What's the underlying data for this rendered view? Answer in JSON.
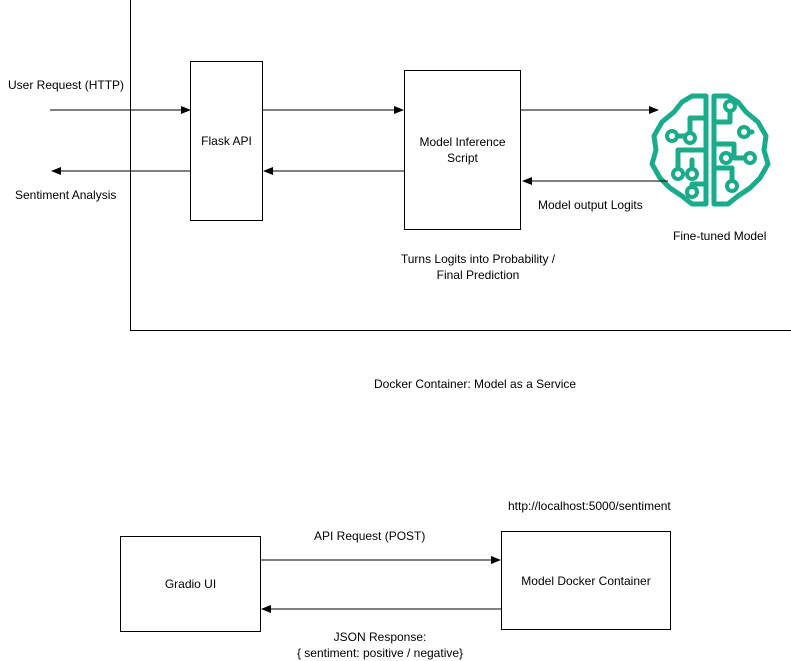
{
  "container": {
    "label": "Docker Container: Model as a Service"
  },
  "nodes": {
    "flask_api": "Flask API",
    "inference_line1": "Model Inference",
    "inference_line2": "Script",
    "model_label": "Fine-tuned Model",
    "gradio": "Gradio UI",
    "docker_container": "Model Docker Container"
  },
  "edges": {
    "user_request": "User Request (HTTP)",
    "sentiment_analysis": "Sentiment Analysis",
    "model_output": "Model output Logits",
    "turns_logits_line1": "Turns Logits into Probability /",
    "turns_logits_line2": "Final Prediction",
    "api_request": "API Request (POST)",
    "json_line1": "JSON Response:",
    "json_line2": "{ sentiment: positive / negative}",
    "endpoint_url": "http://localhost:5000/sentiment"
  },
  "icons": {
    "model_icon": "brain-circuit-icon",
    "model_color": "#1aab8a"
  }
}
